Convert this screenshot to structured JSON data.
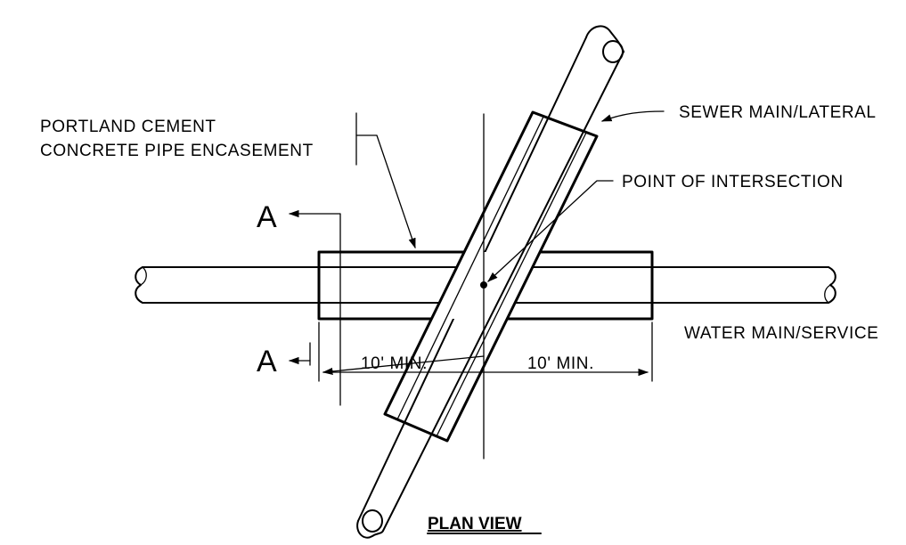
{
  "labels": {
    "encasement_line1": "PORTLAND CEMENT",
    "encasement_line2": "CONCRETE PIPE ENCASEMENT",
    "sewer": "SEWER MAIN/LATERAL",
    "intersection": "POINT OF INTERSECTION",
    "water": "WATER MAIN/SERVICE",
    "dim_left": "10' MIN.",
    "dim_right": "10' MIN.",
    "section_top": "A",
    "section_bottom": "A",
    "title": "PLAN VIEW"
  }
}
